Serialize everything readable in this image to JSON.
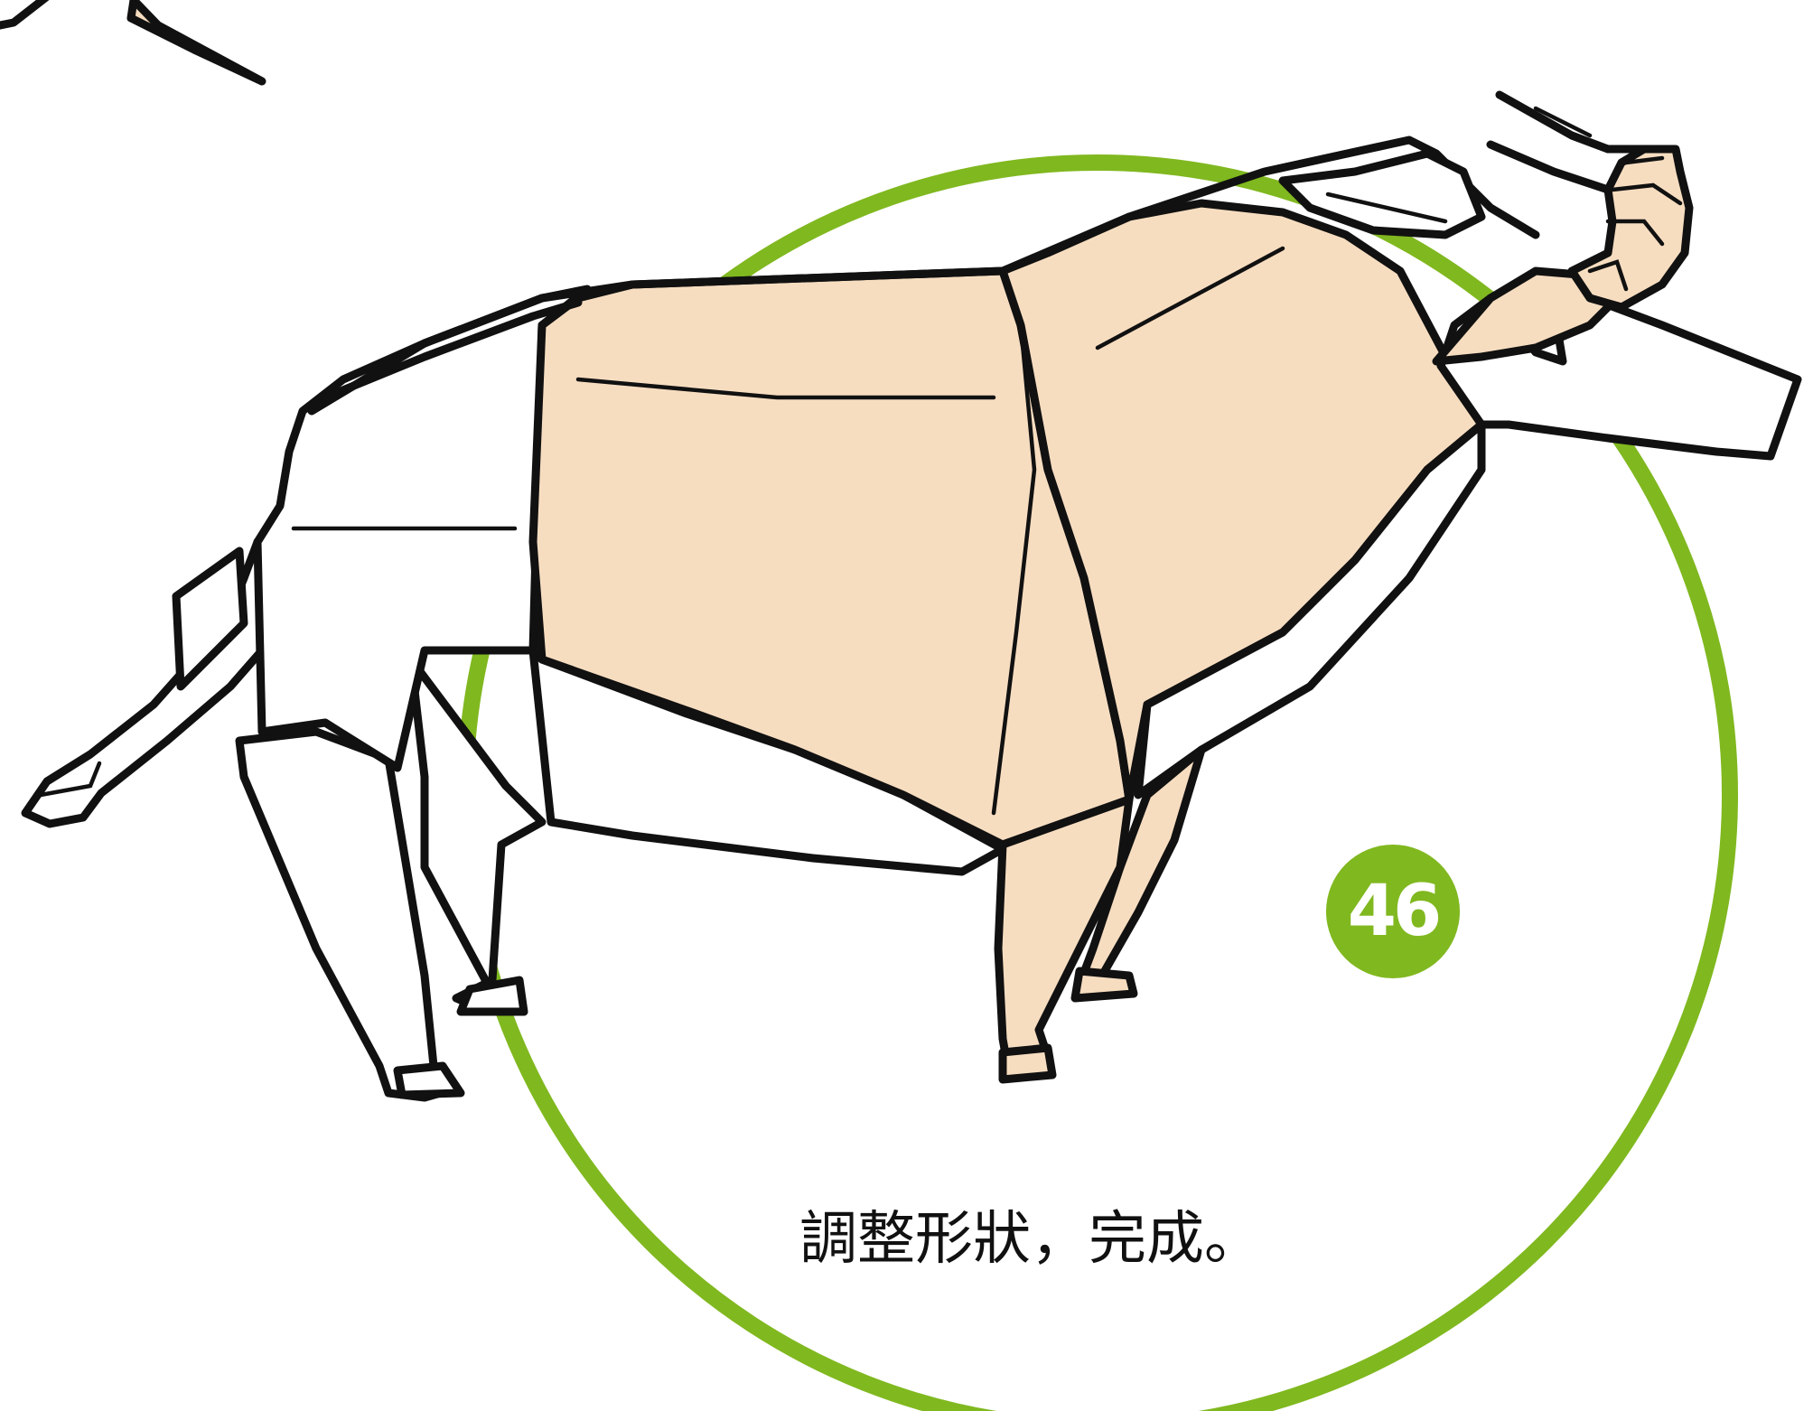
{
  "step": {
    "number": "46",
    "caption": "調整形狀，完成。"
  },
  "colors": {
    "accent": "#80b81f",
    "paper": "#f7ddc0",
    "outline": "#111111"
  },
  "icons": {
    "subject": "origami-water-buffalo-icon",
    "ring": "green-circle-ring"
  }
}
